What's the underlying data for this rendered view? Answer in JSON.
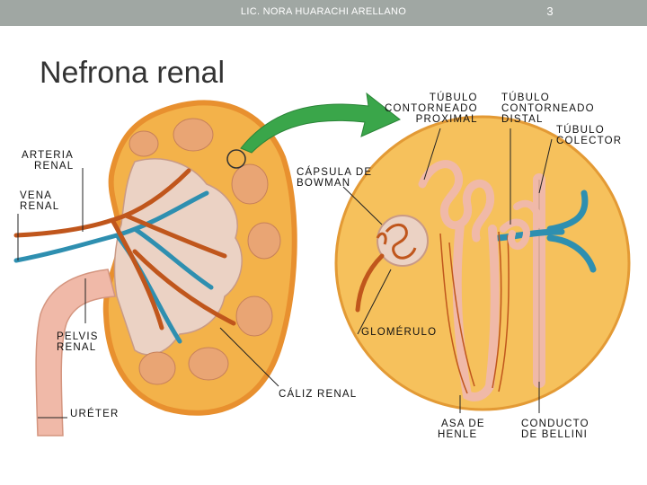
{
  "header": {
    "author": "LIC. NORA HUARACHI ARELLANO",
    "slide_number": "3"
  },
  "title": "Nefrona renal",
  "labels": {
    "arteria_renal": [
      "ARTERIA",
      "RENAL"
    ],
    "vena_renal": [
      "VENA",
      "RENAL"
    ],
    "pelvis_renal": [
      "PELVIS",
      "RENAL"
    ],
    "ureter": "URÉTER",
    "tubulo_proximal": [
      "TÚBULO",
      "CONTORNEADO",
      "PROXIMAL"
    ],
    "tubulo_distal": [
      "TÚBULO",
      "CONTORNEADO",
      "DISTAL"
    ],
    "tubulo_colector": [
      "TÚBULO",
      "COLECTOR"
    ],
    "capsula_bowman": [
      "CÁPSULA DE",
      "BOWMAN"
    ],
    "glomerulo": "GLOMÉRULO",
    "caliz_renal": "CÁLIZ RENAL",
    "asa_henle": [
      "ASA DE",
      "HENLE"
    ],
    "conducto_bellini": [
      "CONDUCTO",
      "DE BELLINI"
    ]
  },
  "colors": {
    "topbar": "#a0a7a3",
    "kidney_cortex": "#f3b24a",
    "kidney_capsule": "#e8902f",
    "kidney_sinus": "#ebd2c4",
    "ureter": "#f0b9a8",
    "artery": "#c0561c",
    "vein": "#2e8fb0",
    "arrow": "#3aa64a",
    "nephron_bg": "#f6c15c"
  }
}
